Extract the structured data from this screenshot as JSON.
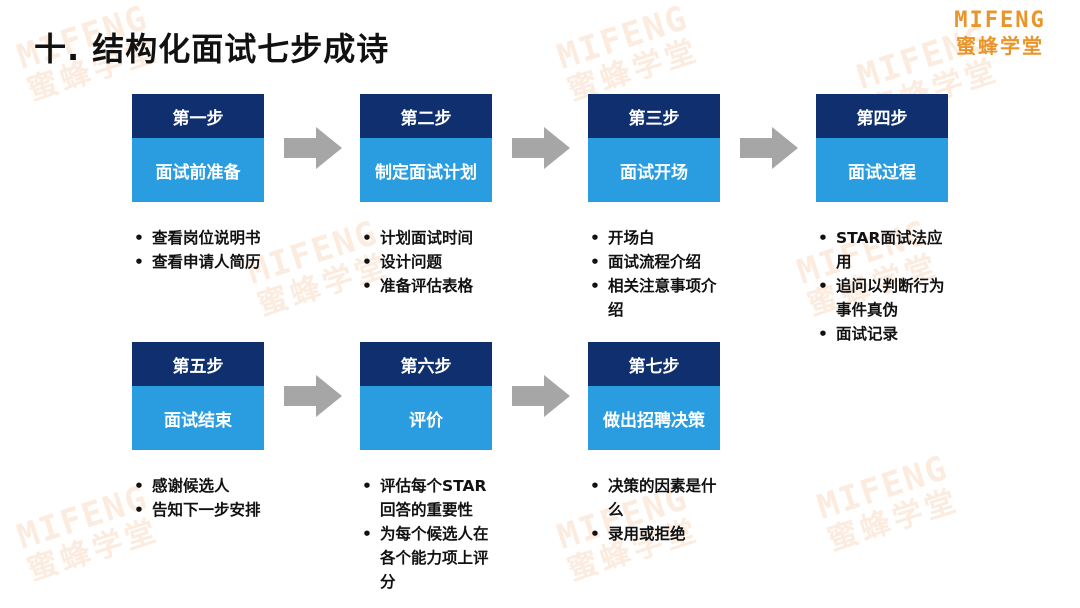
{
  "title": "十. 结构化面试七步成诗",
  "logo": {
    "en": "MIFENG",
    "cn": "蜜蜂学堂"
  },
  "watermark": {
    "en": "MIFENG",
    "cn": "蜜蜂学堂"
  },
  "colors": {
    "head": "#0f2f6f",
    "body": "#2a9ce0",
    "arrow": "#a6a6a6",
    "logo": "#e8962b"
  },
  "steps": [
    {
      "label": "第一步",
      "name": "面试前准备",
      "bullets": [
        "查看岗位说明书",
        "查看申请人简历"
      ]
    },
    {
      "label": "第二步",
      "name": "制定面试计划",
      "bullets": [
        "计划面试时间",
        "设计问题",
        "准备评估表格"
      ]
    },
    {
      "label": "第三步",
      "name": "面试开场",
      "bullets": [
        "开场白",
        "面试流程介绍",
        "相关注意事项介绍"
      ]
    },
    {
      "label": "第四步",
      "name": "面试过程",
      "bullets": [
        "STAR面试法应用",
        "追问以判断行为事件真伪",
        "面试记录"
      ]
    },
    {
      "label": "第五步",
      "name": "面试结束",
      "bullets": [
        "感谢候选人",
        "告知下一步安排"
      ]
    },
    {
      "label": "第六步",
      "name": "评价",
      "bullets": [
        "评估每个STAR回答的重要性",
        "为每个候选人在各个能力项上评分"
      ]
    },
    {
      "label": "第七步",
      "name": "做出招聘决策",
      "bullets": [
        "决策的因素是什么",
        "录用或拒绝"
      ]
    }
  ]
}
